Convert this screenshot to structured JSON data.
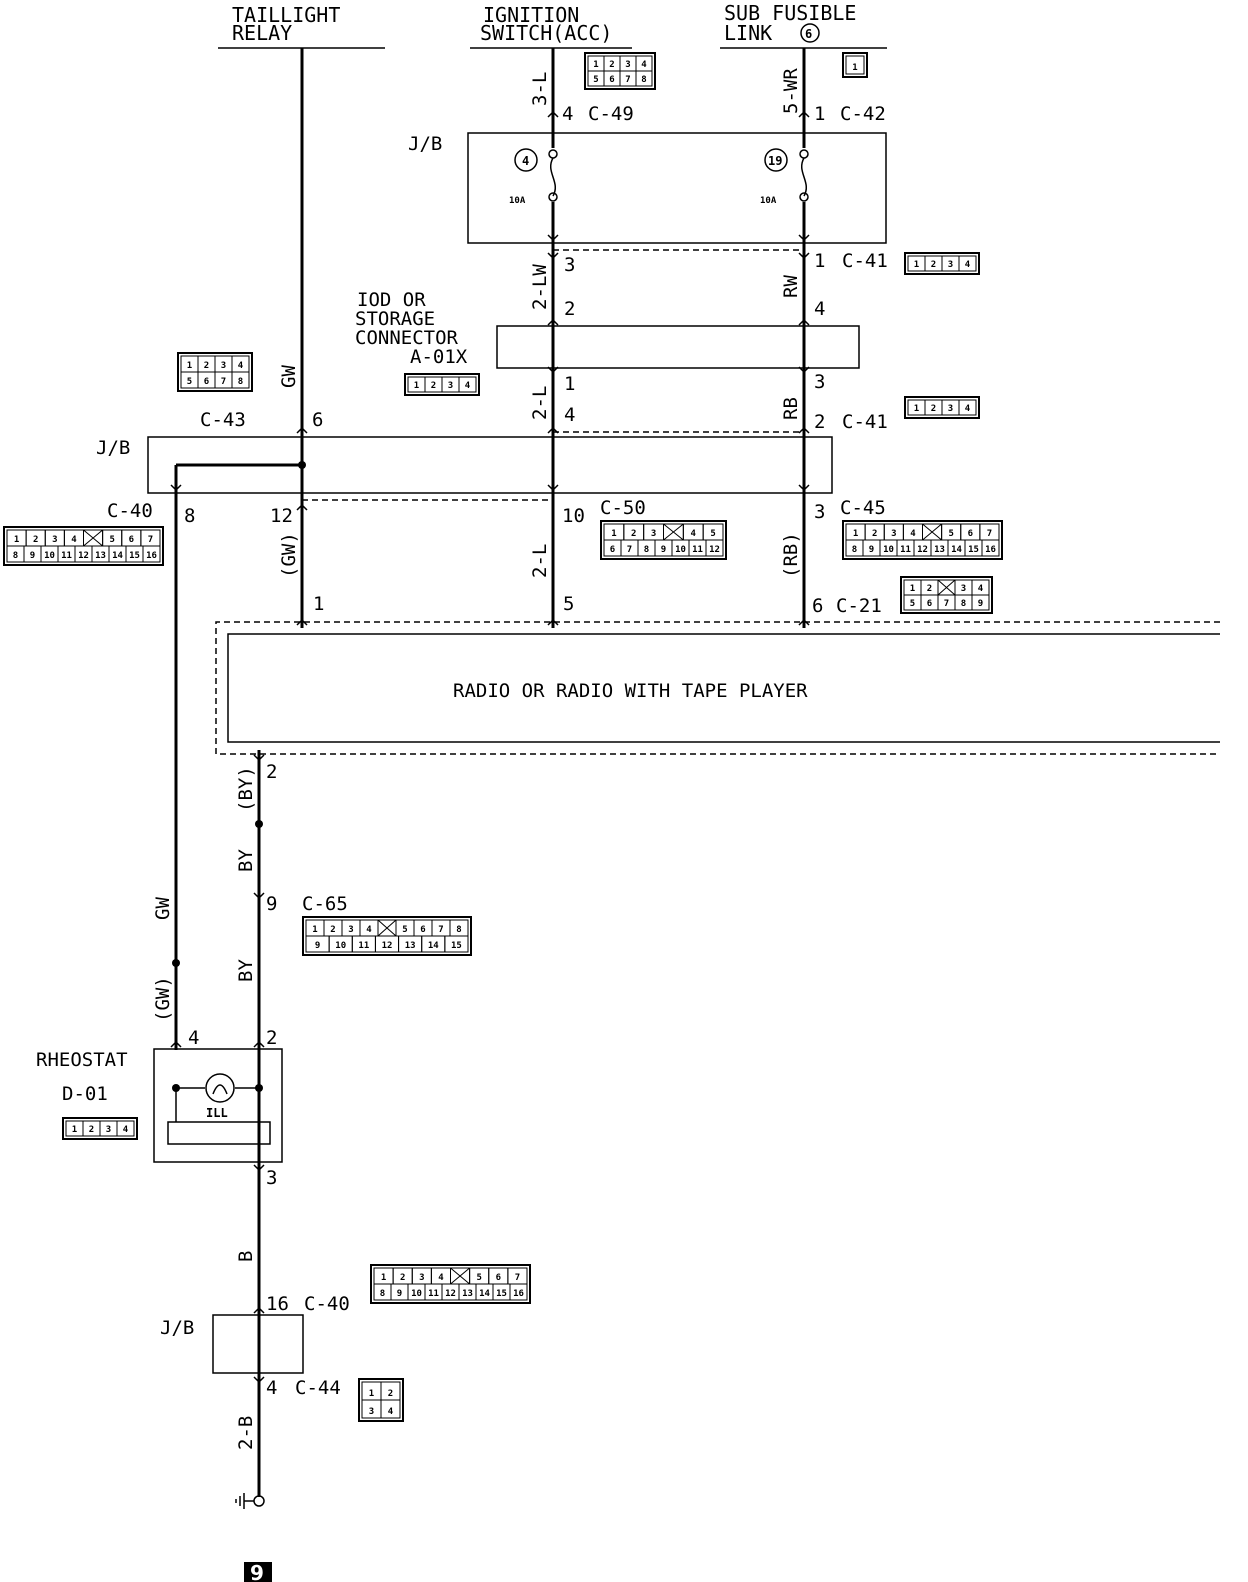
{
  "sources": {
    "taillight": [
      "TAILLIGHT",
      "RELAY"
    ],
    "ignition": [
      "IGNITION",
      "SWITCH(ACC)"
    ],
    "subfusible": [
      "SUB FUSIBLE",
      "LINK"
    ],
    "subfusible_num": "6"
  },
  "wires": {
    "w_3L": "3-L",
    "w_5WR": "5-WR",
    "w_2LW": "2-LW",
    "w_RW": "RW",
    "w_2L_top": "2-L",
    "w_RB": "RB",
    "w_GW_top": "GW",
    "w_GW_paren": "(GW)",
    "w_2L_mid": "2-L",
    "w_RB_paren": "(RB)",
    "w_BY_paren": "(BY)",
    "w_BY_1": "BY",
    "w_BY_2": "BY",
    "w_GW_left": "GW",
    "w_GW_left_paren": "(GW)",
    "w_B": "B",
    "w_2B": "2-B"
  },
  "connectors": {
    "c49": "C-49",
    "c42": "C-42",
    "c41a": "C-41",
    "c41b": "C-41",
    "c43": "C-43",
    "c40a": "C-40",
    "c50": "C-50",
    "c45": "C-45",
    "c21": "C-21",
    "c65": "C-65",
    "c40b": "C-40",
    "c44": "C-44",
    "d01": "D-01",
    "a01x": "A-01X"
  },
  "pins": {
    "p4_c49": "4",
    "p1_c42": "1",
    "p3_lw": "3",
    "p1_c41": "1",
    "p2_lw": "2",
    "p4_rw": "4",
    "p1_l": "1",
    "p3_rb": "3",
    "p4_l": "4",
    "p2_c41": "2",
    "p6_c43": "6",
    "p8_c40": "8",
    "p12": "12",
    "p10": "10",
    "p3_c45": "3",
    "p1_radio": "1",
    "p5_radio": "5",
    "p6_radio": "6",
    "p2_radio": "2",
    "p9_c65": "9",
    "p4_rheo": "4",
    "p2_rheo": "2",
    "p3_rheo": "3",
    "p16_c40": "16",
    "p4_c44": "4"
  },
  "components": {
    "jb1": "J/B",
    "jb2": "J/B",
    "jb3": "J/B",
    "fuse4": "4",
    "fuse19": "19",
    "fuse_a": "10A",
    "fuse_b": "10A",
    "iod": [
      "IOD OR",
      "STORAGE",
      "CONNECTOR"
    ],
    "radio": "RADIO OR RADIO WITH TAPE PLAYER",
    "rheostat": "RHEOSTAT",
    "ill": "ILL",
    "ground": "9"
  },
  "connector_pins": {
    "c49": [
      [
        "1",
        "2",
        "3",
        "4"
      ],
      [
        "5",
        "6",
        "7",
        "8"
      ]
    ],
    "c42": [
      [
        "1"
      ]
    ],
    "c41": [
      [
        "1",
        "2",
        "3",
        "4"
      ]
    ],
    "c43": [
      [
        "1",
        "2",
        "3",
        "4"
      ],
      [
        "5",
        "6",
        "7",
        "8"
      ]
    ],
    "a01x": [
      [
        "1",
        "2",
        "3",
        "4"
      ]
    ],
    "c40": [
      [
        "1",
        "2",
        "3",
        "4",
        "",
        "5",
        "6",
        "7"
      ],
      [
        "8",
        "9",
        "10",
        "11",
        "12",
        "13",
        "14",
        "15",
        "16"
      ]
    ],
    "c50": [
      [
        "1",
        "2",
        "3",
        "",
        "4",
        "5"
      ],
      [
        "6",
        "7",
        "8",
        "9",
        "10",
        "11",
        "12"
      ]
    ],
    "c45": [
      [
        "1",
        "2",
        "3",
        "4",
        "",
        "5",
        "6",
        "7"
      ],
      [
        "8",
        "9",
        "10",
        "11",
        "12",
        "13",
        "14",
        "15",
        "16"
      ]
    ],
    "c21": [
      [
        "1",
        "2",
        "",
        "3",
        "4"
      ],
      [
        "5",
        "6",
        "7",
        "8",
        "9"
      ]
    ],
    "c65": [
      [
        "1",
        "2",
        "3",
        "4",
        "",
        "5",
        "6",
        "7",
        "8"
      ],
      [
        "9",
        "10",
        "11",
        "12",
        "13",
        "14",
        "15"
      ]
    ],
    "d01": [
      [
        "1",
        "2",
        "3",
        "4"
      ]
    ],
    "c44": [
      [
        "1",
        "2"
      ],
      [
        "3",
        "4"
      ]
    ]
  }
}
